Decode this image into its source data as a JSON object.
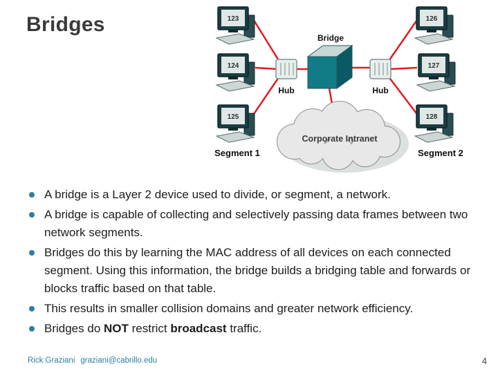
{
  "slide": {
    "title": "Bridges",
    "footer": {
      "author": "Rick Graziani",
      "email": "graziani@cabrillo.edu",
      "page": "4"
    }
  },
  "diagram": {
    "bridge_label": "Bridge",
    "hub_left_label": "Hub",
    "hub_right_label": "Hub",
    "cloud_label": "Corporate Intranet",
    "segment1_label": "Segment 1",
    "segment2_label": "Segment 2",
    "computers_left": [
      "123",
      "124",
      "125"
    ],
    "computers_right": [
      "126",
      "127",
      "128"
    ]
  },
  "bullets": [
    {
      "segments": [
        {
          "text": "A bridge is a Layer 2 device used to divide, or segment, a network.",
          "bold": false
        }
      ]
    },
    {
      "segments": [
        {
          "text": "A bridge is capable of collecting and selectively passing data frames between two network segments.",
          "bold": false
        }
      ]
    },
    {
      "segments": [
        {
          "text": "Bridges do this by learning the MAC address of all devices on each connected segment. Using this information, the bridge builds a bridging table and forwards or blocks traffic based on that table.",
          "bold": false
        }
      ]
    },
    {
      "segments": [
        {
          "text": "This results in smaller collision domains and greater network efficiency.",
          "bold": false
        }
      ]
    },
    {
      "segments": [
        {
          "text": "Bridges do ",
          "bold": false
        },
        {
          "text": "NOT",
          "bold": true
        },
        {
          "text": " restrict ",
          "bold": false
        },
        {
          "text": "broadcast",
          "bold": true
        },
        {
          "text": " traffic.",
          "bold": false
        }
      ]
    }
  ],
  "colors": {
    "accent_teal": "#2e7ea0",
    "line_red": "#e31b23",
    "bridge_fill": "#117c87"
  }
}
